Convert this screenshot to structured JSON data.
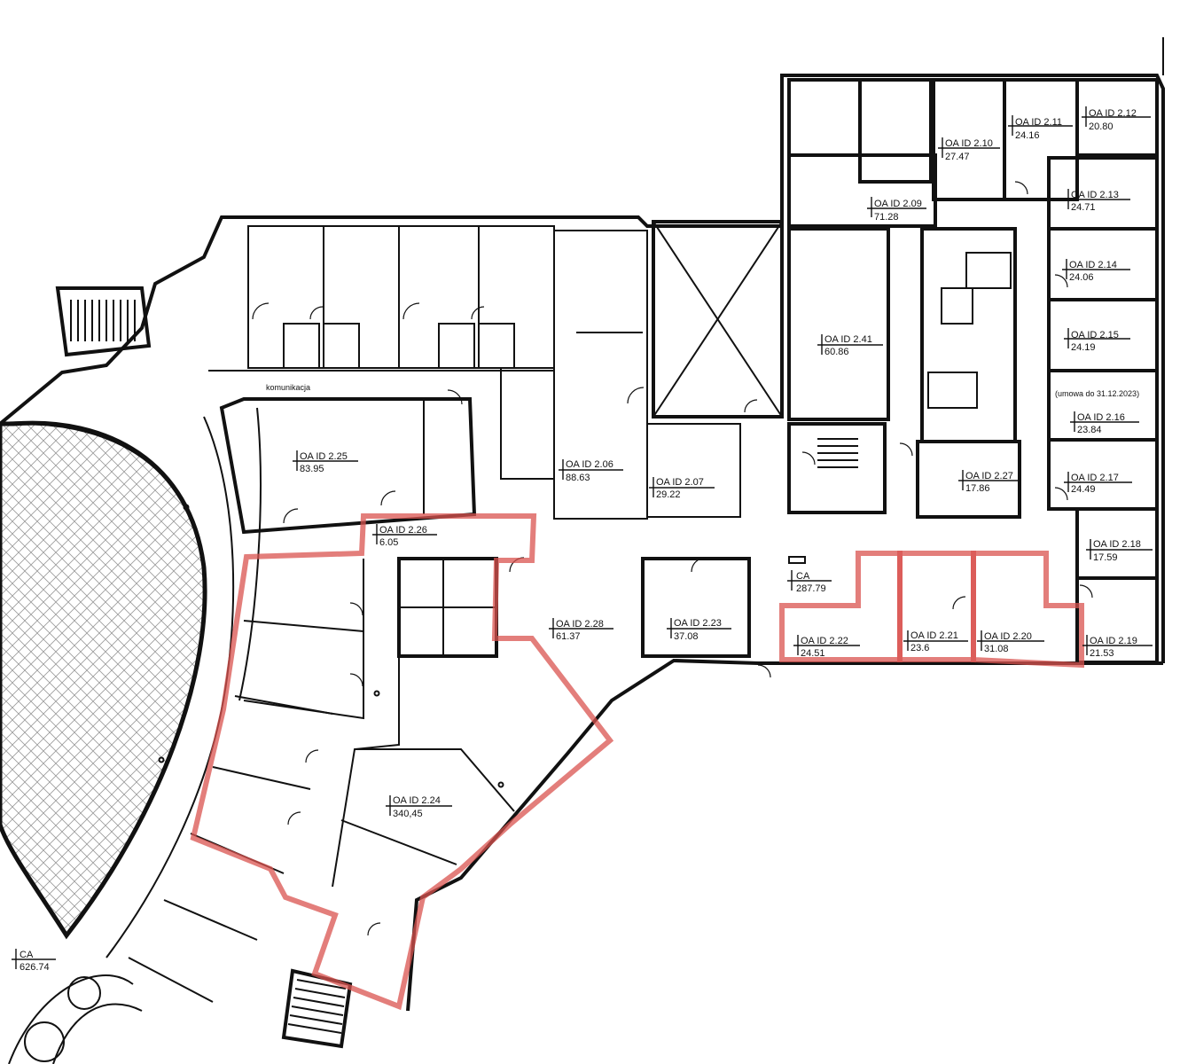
{
  "highlight_color": "#d9534f",
  "labels": {
    "oa_2_09": {
      "id": "OA ID 2.09",
      "area": "71.28"
    },
    "oa_2_10": {
      "id": "OA ID 2.10",
      "area": "27.47"
    },
    "oa_2_11": {
      "id": "OA ID 2.11",
      "area": "24.16"
    },
    "oa_2_12": {
      "id": "OA ID 2.12",
      "area": "20.80"
    },
    "oa_2_13": {
      "id": "OA ID 2.13",
      "area": "24.71"
    },
    "oa_2_14": {
      "id": "OA ID 2.14",
      "area": "24.06"
    },
    "oa_2_15": {
      "id": "OA ID 2.15",
      "area": "24.19"
    },
    "oa_2_16": {
      "id": "OA ID 2.16",
      "area": "23.84"
    },
    "oa_2_17": {
      "id": "OA ID 2.17",
      "area": "24.49"
    },
    "oa_2_18": {
      "id": "OA ID 2.18",
      "area": "17.59"
    },
    "oa_2_19": {
      "id": "OA ID 2.19",
      "area": "21.53"
    },
    "oa_2_20": {
      "id": "OA ID 2.20",
      "area": "31.08"
    },
    "oa_2_21": {
      "id": "OA ID 2.21",
      "area": "23.6"
    },
    "oa_2_22": {
      "id": "OA ID 2.22",
      "area": "24.51"
    },
    "oa_2_23": {
      "id": "OA ID 2.23",
      "area": "37.08"
    },
    "oa_2_24": {
      "id": "OA ID 2.24",
      "area": "340,45"
    },
    "oa_2_25": {
      "id": "OA ID 2.25",
      "area": "83.95"
    },
    "oa_2_26": {
      "id": "OA ID 2.26",
      "area": "6.05"
    },
    "oa_2_27": {
      "id": "OA ID 2.27",
      "area": "17.86"
    },
    "oa_2_28": {
      "id": "OA ID 2.28",
      "area": "61.37"
    },
    "oa_2_06": {
      "id": "OA ID 2.06",
      "area": "88.63"
    },
    "oa_2_07": {
      "id": "OA ID 2.07",
      "area": "29.22"
    },
    "oa_2_41": {
      "id": "OA ID 2.41",
      "area": "60.86"
    },
    "ca_main": {
      "id": "CA",
      "area": "287.79"
    },
    "ca_left": {
      "id": "CA",
      "area": "626.74"
    },
    "komunikacja": "komunikacja",
    "umowa_note": "(umowa do 31.12.2023)"
  }
}
